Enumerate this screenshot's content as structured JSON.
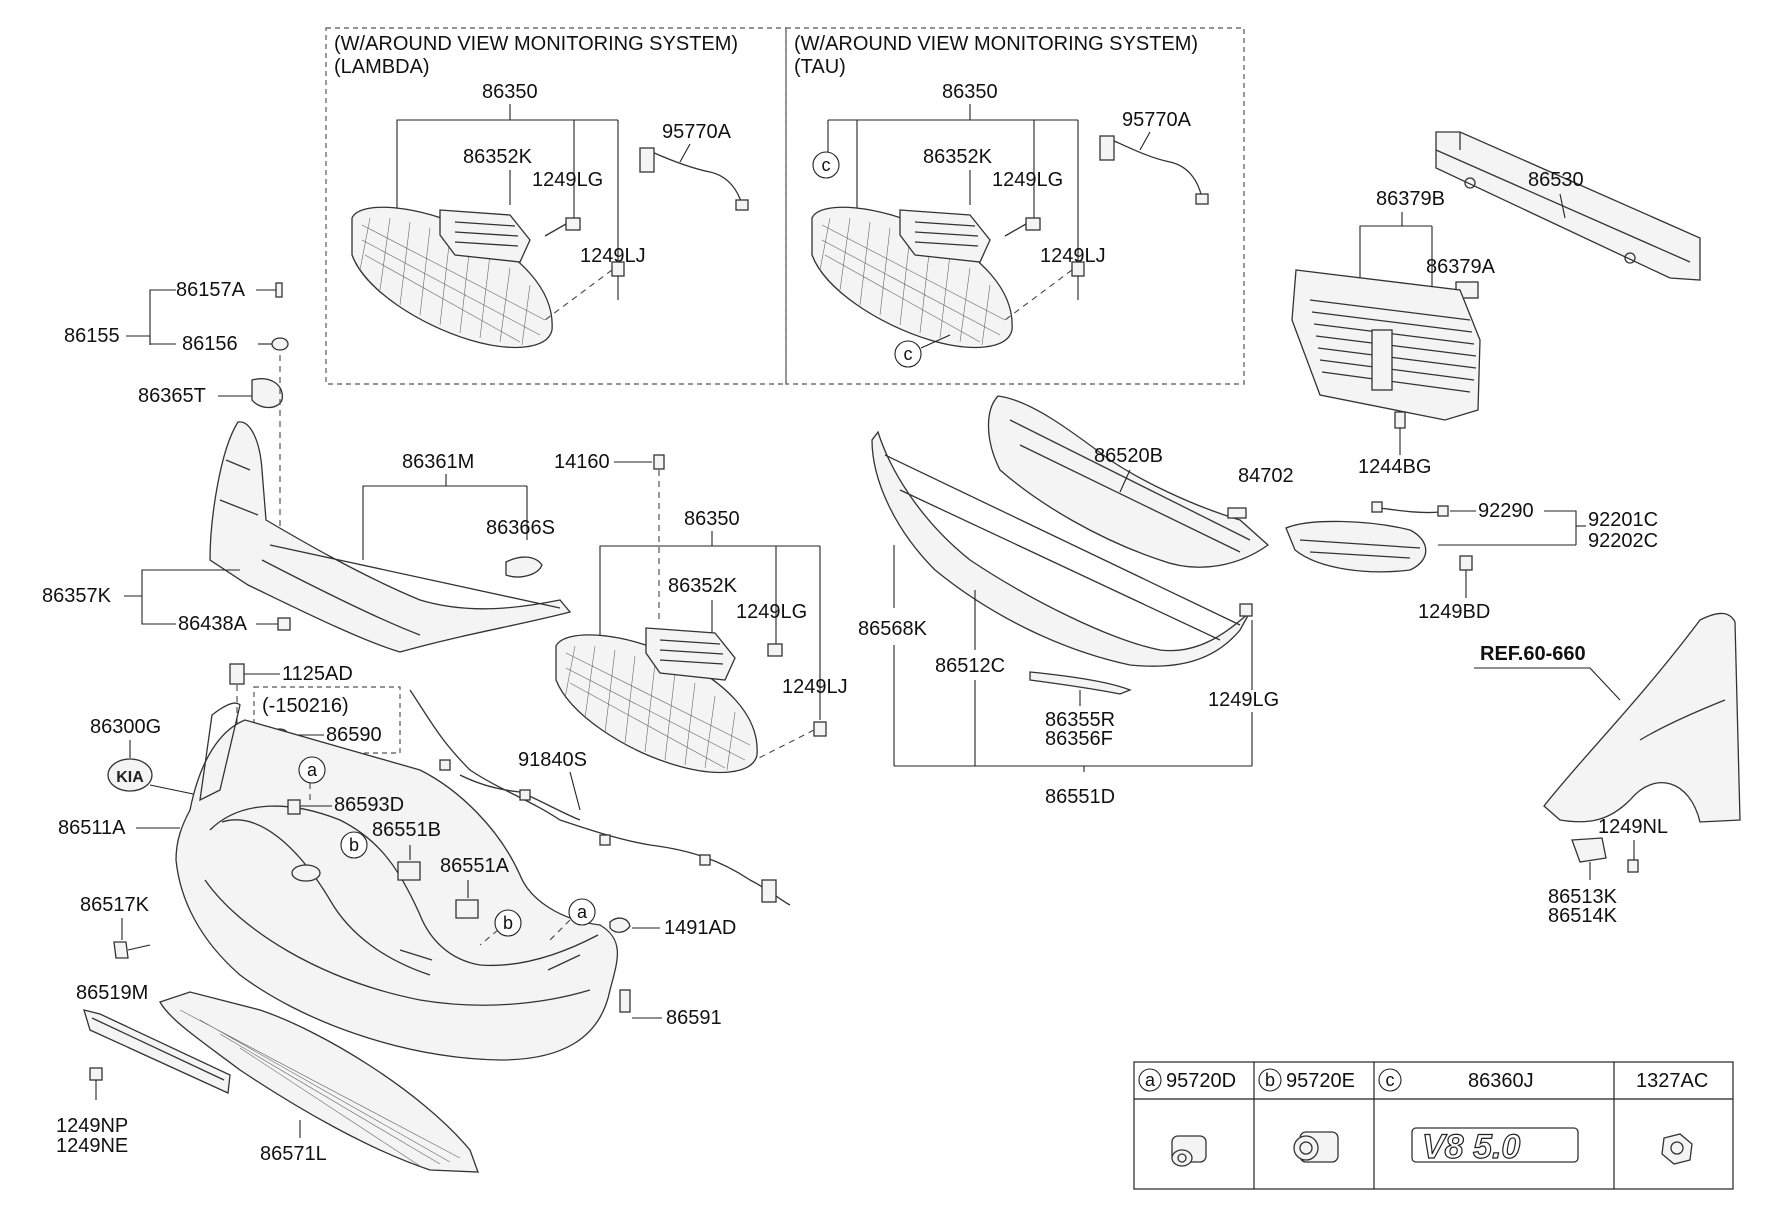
{
  "boxes": {
    "lambda_title1": "(W/AROUND VIEW MONITORING SYSTEM)",
    "lambda_title2": "(LAMBDA)",
    "tau_title1": "(W/AROUND VIEW MONITORING SYSTEM)",
    "tau_title2": "(TAU)",
    "date_note": "(-150216)"
  },
  "ref_label": "REF.60-660",
  "labels": {
    "l_86350": "86350",
    "l_86352k": "86352K",
    "l_1249lg": "1249LG",
    "l_1249lj": "1249LJ",
    "l_95770a": "95770A",
    "t_86350": "86350",
    "t_86352k": "86352K",
    "t_1249lg": "1249LG",
    "t_1249lj": "1249LJ",
    "t_95770a": "95770A",
    "m_86350": "86350",
    "m_86352k": "86352K",
    "m_1249lg": "1249LG",
    "m_1249lj": "1249LJ",
    "p_86530": "86530",
    "p_86379b": "86379B",
    "p_86379a": "86379A",
    "p_1244bg": "1244BG",
    "p_86157a": "86157A",
    "p_86155": "86155",
    "p_86156": "86156",
    "p_86365t": "86365T",
    "p_86361m": "86361M",
    "p_86366s": "86366S",
    "p_86357k": "86357K",
    "p_86438a": "86438A",
    "p_14160": "14160",
    "p_86520b": "86520B",
    "p_84702": "84702",
    "p_92290": "92290",
    "p_92201c": "92201C",
    "p_92202c": "92202C",
    "p_1249bd": "1249BD",
    "p_86568k": "86568K",
    "p_86512c": "86512C",
    "p_86355r": "86355R",
    "p_86356f": "86356F",
    "p_1249lg2": "1249LG",
    "p_86551d": "86551D",
    "p_1125ad": "1125AD",
    "p_86590": "86590",
    "p_86300g": "86300G",
    "p_86511a": "86511A",
    "p_91840s": "91840S",
    "p_86593d": "86593D",
    "p_86551b": "86551B",
    "p_86551a": "86551A",
    "p_86517k": "86517K",
    "p_1491ad": "1491AD",
    "p_86591": "86591",
    "p_86519m": "86519M",
    "p_1249np": "1249NP",
    "p_1249ne": "1249NE",
    "p_86571l": "86571L",
    "p_1249nl": "1249NL",
    "p_86513k": "86513K",
    "p_86514k": "86514K"
  },
  "callouts": {
    "a": "a",
    "b": "b",
    "c": "c"
  },
  "legend": {
    "a_code": "95720D",
    "b_code": "95720E",
    "c_code": "86360J",
    "d_code": "1327AC",
    "emblem_text": "V8 5.0"
  },
  "badge_text": "KIA"
}
